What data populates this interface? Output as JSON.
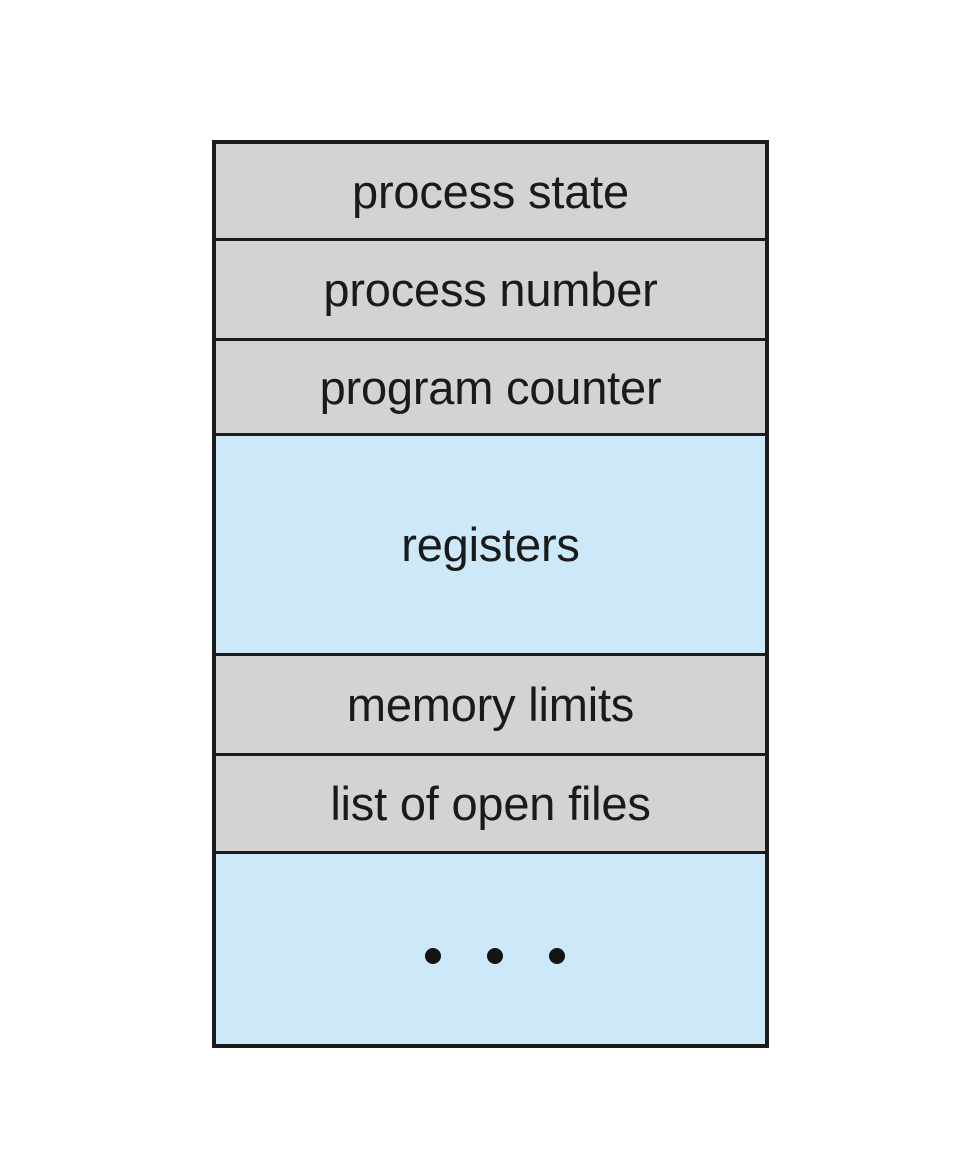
{
  "diagram": {
    "name": "process-control-block",
    "colors": {
      "gray_fill": "#d3d3d3",
      "blue_fill": "#cde8f8",
      "border": "#1b1b1b",
      "text": "#1a1a1a",
      "background": "#ffffff"
    },
    "rows": [
      {
        "label": "process state",
        "fill": "gray"
      },
      {
        "label": "process number",
        "fill": "gray"
      },
      {
        "label": "program counter",
        "fill": "gray"
      },
      {
        "label": "registers",
        "fill": "blue"
      },
      {
        "label": "memory limits",
        "fill": "gray"
      },
      {
        "label": "list of open files",
        "fill": "gray"
      },
      {
        "label": "",
        "fill": "blue",
        "ellipsis": "• • •",
        "dots": 3
      }
    ]
  }
}
